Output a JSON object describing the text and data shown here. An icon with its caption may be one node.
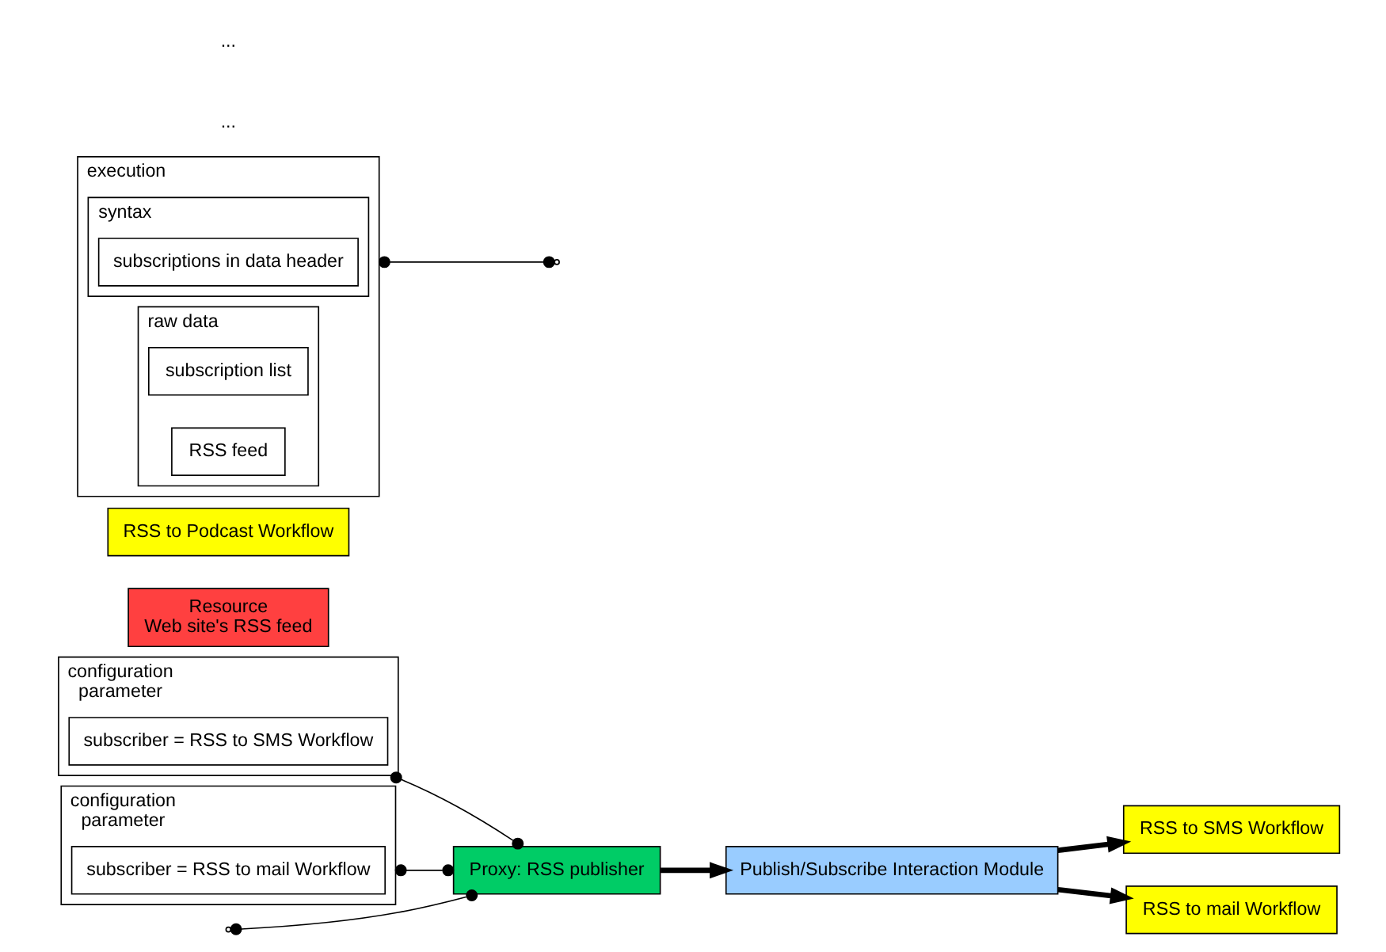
{
  "diagram": {
    "nodes": [
      {
        "text": [
          "configuration",
          "parameter"
        ]
      },
      {
        "text": [
          "subscriber = RSS to SMS Workflow"
        ],
        "in": 0
      },
      {
        "text": [
          "configuration",
          "parameter"
        ]
      },
      {
        "text": [
          "subscriber = RSS to mail Workflow"
        ],
        "in": 2
      },
      {
        "text": [
          "Resource",
          "Web site's RSS feed"
        ]
      },
      {
        "text": [
          "Proxy: RSS publisher"
        ]
      },
      {
        "text": [
          "Publish/Subscribe Interaction Module"
        ]
      },
      {
        "text": [
          "RSS to SMS Workflow"
        ]
      },
      {
        "text": [
          "RSS to Podcast Workflow"
        ]
      },
      {
        "text": [
          "RSS to mail Workflow"
        ]
      },
      {
        "text": [
          "execution"
        ]
      },
      {
        "text": [
          "syntax"
        ],
        "in": 10
      },
      {
        "text": [
          "subscriptions in data header"
        ],
        "in": 11
      },
      {
        "text": [
          "raw data"
        ],
        "in": 10
      },
      {
        "text": [
          "subscription list"
        ],
        "in": 13
      },
      {
        "text": [
          "RSS feed"
        ],
        "in": 13
      }
    ],
    "edges": [
      {
        "from": 0,
        "to": 5,
        "arrow": "other"
      },
      {
        "from": null,
        "to": 5,
        "arrow": "other"
      },
      {
        "from": 2,
        "to": 5,
        "arrow": "other"
      },
      {
        "from": 5,
        "to": 6,
        "arrow": "to",
        "style": "thick"
      },
      {
        "from": 6,
        "to": 7,
        "arrow": "to",
        "style": "thick"
      },
      {
        "from": 6,
        "to": 9,
        "arrow": "to",
        "style": "thick"
      },
      {
        "from": 10,
        "to": null,
        "arrow": "other"
      }
    ],
    "labels": [
      "...",
      "..."
    ]
  }
}
